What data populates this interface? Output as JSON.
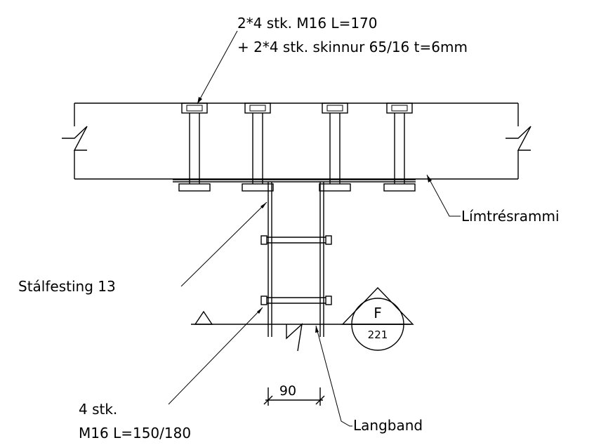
{
  "callouts": {
    "top_line1": "2*4 stk. M16 L=170",
    "top_line2": "+ 2*4 stk. skinnur 65/16 t=6mm",
    "beam": "Límtrésrammi",
    "bracket": "Stálfesting 13",
    "bottom_line1": "4 stk.",
    "bottom_line2": "M16 L=150/180",
    "purlin": "Langband"
  },
  "dimension": {
    "value": "90"
  },
  "section_marker": {
    "letter": "F",
    "number": "221"
  }
}
